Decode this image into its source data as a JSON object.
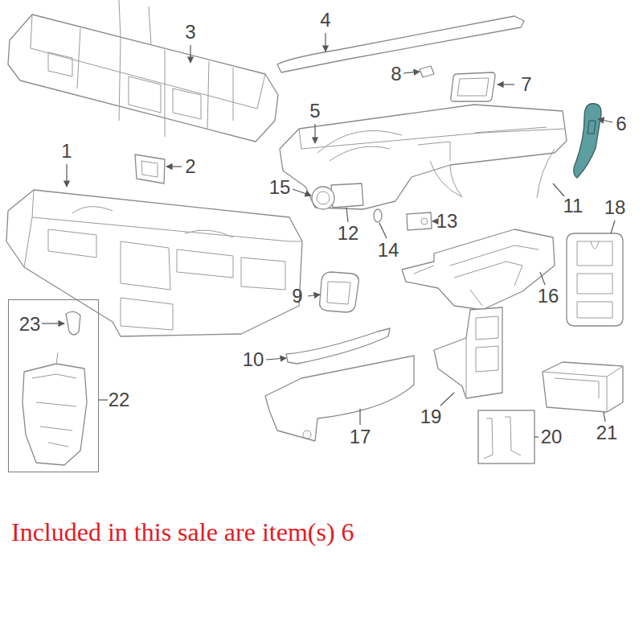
{
  "diagram": {
    "nodes": [
      {
        "text": [
          "23"
        ]
      }
    ],
    "labels": [
      "3",
      "4",
      "8",
      "7",
      "6",
      "5",
      "1",
      "2",
      "15",
      "12",
      "11",
      "18",
      "13",
      "14",
      "9",
      "16",
      "22",
      "10",
      "17",
      "19",
      "20",
      "21",
      "Included in this sale are item(s) 6"
    ]
  }
}
